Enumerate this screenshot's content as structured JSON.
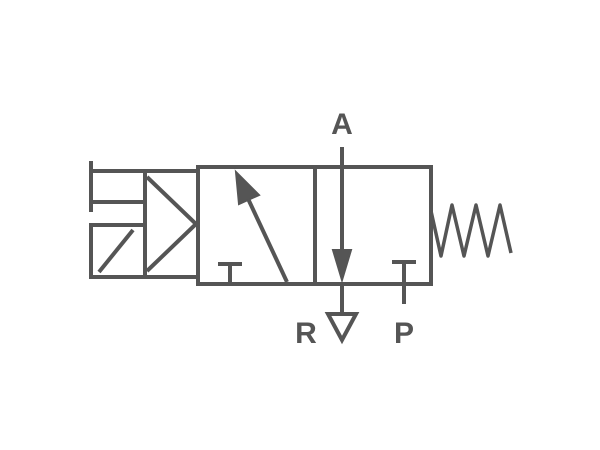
{
  "diagram": {
    "type": "pneumatic-3-2-valve-symbol",
    "line_color": "#555555",
    "background": "#ffffff",
    "ports": {
      "top": "A",
      "bottom_left": "R",
      "bottom_right": "P"
    },
    "actuators": {
      "left": "solenoid-with-manual-override",
      "right": "spring-return"
    },
    "envelopes": 2
  }
}
